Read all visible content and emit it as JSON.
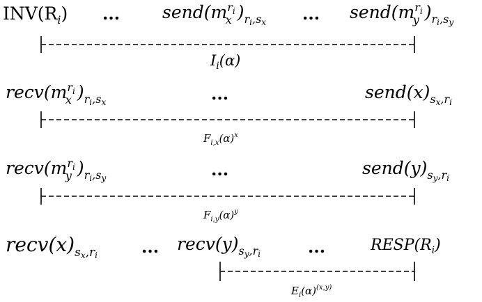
{
  "ellipsis": "...",
  "rows": [
    {
      "events": [
        {
          "base": "INV(R",
          "sub": "i",
          "close": ")"
        },
        {
          "base": "send(m",
          "sup": "r",
          "supsub": "i",
          "sub": "x",
          "close": ")",
          "tail": "r",
          "tailsub": "i",
          "tail2": ",s",
          "tail2sub": "x"
        },
        {
          "base": "send(m",
          "sup": "r",
          "supsub": "i",
          "sub": "y",
          "close": ")",
          "tail": "r",
          "tailsub": "i",
          "tail2": ",s",
          "tail2sub": "y"
        }
      ],
      "interval_label": {
        "name": "I",
        "sub": "i",
        "arg": "(α)",
        "sup": ""
      }
    },
    {
      "events": [
        {
          "base": "recv(m",
          "sup": "r",
          "supsub": "i",
          "sub": "x",
          "close": ")",
          "tail": "r",
          "tailsub": "i",
          "tail2": ",s",
          "tail2sub": "x"
        },
        {
          "base": "send(x)",
          "tail": "s",
          "tailsub": "x",
          "tail2": ",r",
          "tail2sub": "i"
        }
      ],
      "interval_label": {
        "name": "F",
        "sub": "i,x",
        "arg": "(α)",
        "sup": "x"
      }
    },
    {
      "events": [
        {
          "base": "recv(m",
          "sup": "r",
          "supsub": "i",
          "sub": "y",
          "close": ")",
          "tail": "r",
          "tailsub": "i",
          "tail2": ",s",
          "tail2sub": "y"
        },
        {
          "base": "send(y)",
          "tail": "s",
          "tailsub": "y",
          "tail2": ",r",
          "tail2sub": "i"
        }
      ],
      "interval_label": {
        "name": "F",
        "sub": "i,y",
        "arg": "(α)",
        "sup": "y"
      }
    },
    {
      "events": [
        {
          "base": "recv(x)",
          "tail": "s",
          "tailsub": "x",
          "tail2": ",r",
          "tail2sub": "i"
        },
        {
          "base": "recv(y)",
          "tail": "s",
          "tailsub": "y",
          "tail2": ",r",
          "tail2sub": "i"
        },
        {
          "base": "RESP(R",
          "sub": "i",
          "close": ")"
        }
      ],
      "interval_label": {
        "name": "E",
        "sub": "i",
        "arg": "(α)",
        "sup": "(x,y)"
      }
    }
  ]
}
